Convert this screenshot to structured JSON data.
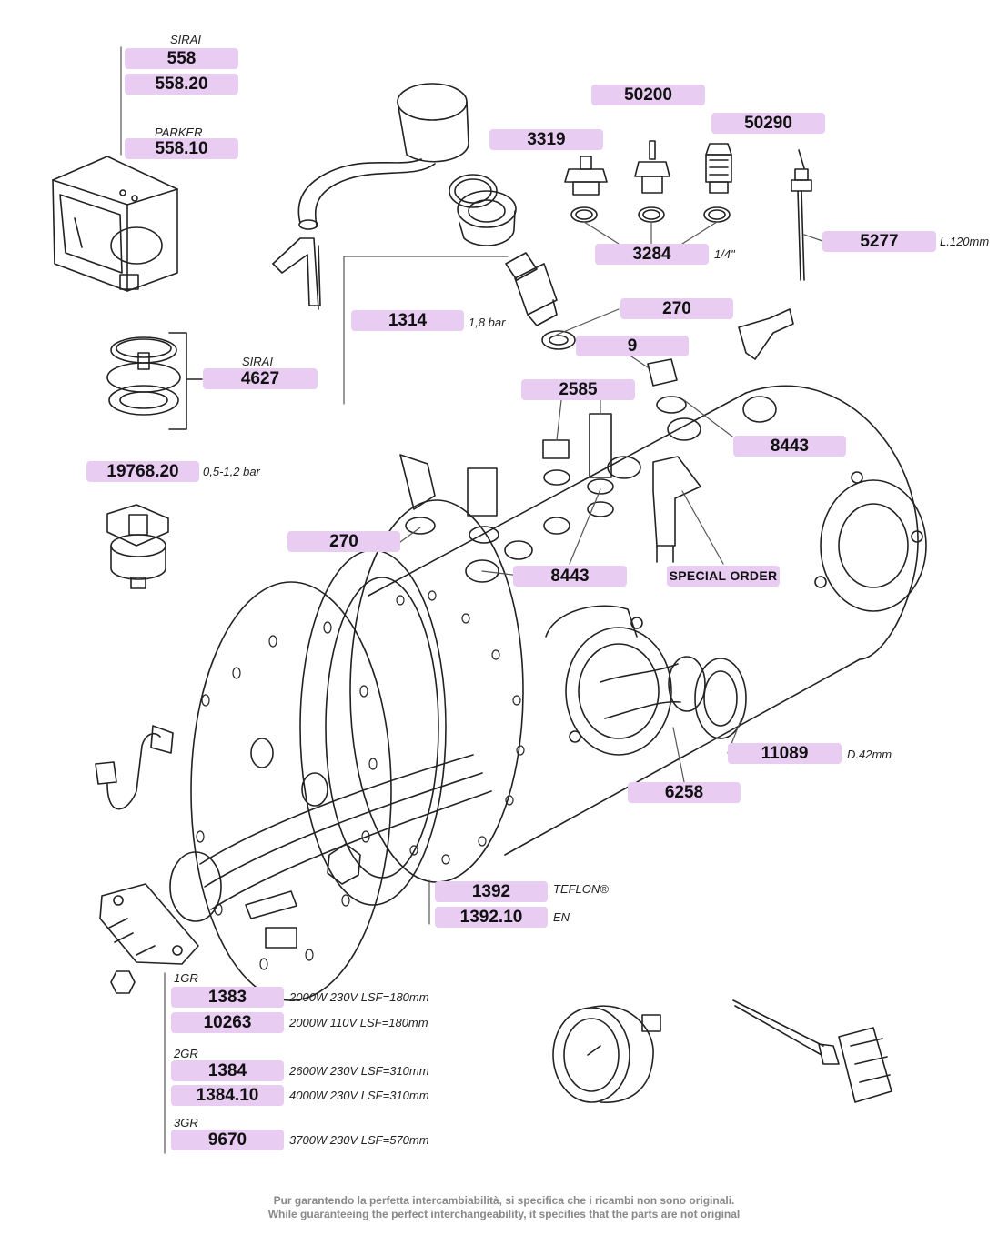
{
  "parts": {
    "p558": "558",
    "p558_20": "558.20",
    "p558_10": "558.10",
    "p3319": "3319",
    "p50200": "50200",
    "p50290": "50290",
    "p3284": "3284",
    "p5277": "5277",
    "p1314": "1314",
    "p270_top": "270",
    "p9": "9",
    "p4627": "4627",
    "p2585": "2585",
    "p8443_top": "8443",
    "p19768_20": "19768.20",
    "p270_left": "270",
    "p8443_mid": "8443",
    "special_order": "SPECIAL ORDER",
    "p11089": "11089",
    "p6258": "6258",
    "p1392": "1392",
    "p1392_10": "1392.10",
    "p1383": "1383",
    "p10263": "10263",
    "p1384": "1384",
    "p1384_10": "1384.10",
    "p9670": "9670"
  },
  "notes": {
    "sirai_top": "SIRAI",
    "parker": "PARKER",
    "size_quarter": "1/4\"",
    "l120": "L.120mm",
    "bar18": "1,8 bar",
    "sirai_mid": "SIRAI",
    "bar0512": "0,5-1,2 bar",
    "d42": "D.42mm",
    "teflon": "TEFLON®",
    "en": "EN",
    "gr1": "1GR",
    "spec1383": "2000W 230V LSF=180mm",
    "spec10263": "2000W 110V LSF=180mm",
    "gr2": "2GR",
    "spec1384": "2600W 230V LSF=310mm",
    "spec1384_10": "4000W 230V LSF=310mm",
    "gr3": "3GR",
    "spec9670": "3700W 230V LSF=570mm"
  },
  "footer": {
    "line_it": "Pur garantendo la perfetta intercambiabilità, si specifica che i ricambi non sono originali.",
    "line_en": "While guaranteeing the perfect interchangeability, it specifies that the parts are not original"
  },
  "colors": {
    "label_bg": "#e8ccf2",
    "line": "#222222",
    "footer_text": "#888888"
  }
}
